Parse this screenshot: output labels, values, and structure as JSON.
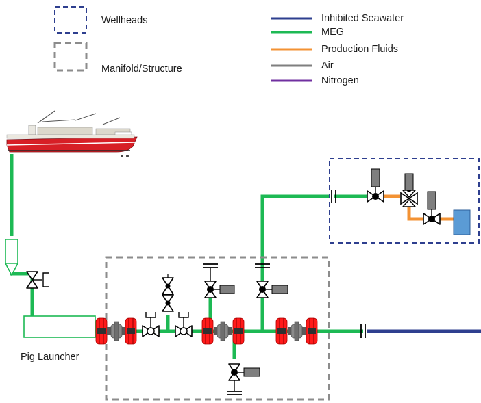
{
  "legend": {
    "boxes": [
      {
        "label": "Wellheads",
        "color": "#2e3f8f"
      },
      {
        "label": "Manifold/Structure",
        "color": "#8c8c8c"
      }
    ],
    "fluids": [
      {
        "label": "Inhibited Seawater",
        "color": "#2e3f8f"
      },
      {
        "label": "MEG",
        "color": "#1db954"
      },
      {
        "label": "Production Fluids",
        "color": "#f39233"
      },
      {
        "label": "Air",
        "color": "#7f7f7f"
      },
      {
        "label": "Nitrogen",
        "color": "#7030a0"
      }
    ]
  },
  "labels": {
    "pig_launcher": "Pig Launcher"
  },
  "colors": {
    "meg": "#1db954",
    "seawater": "#2e3f8f",
    "production": "#f39233",
    "actuator": "#7f7f7f",
    "flange": "#ff1a1a",
    "tree": "#5b9bd5",
    "vessel_hull": "#d71f26"
  }
}
